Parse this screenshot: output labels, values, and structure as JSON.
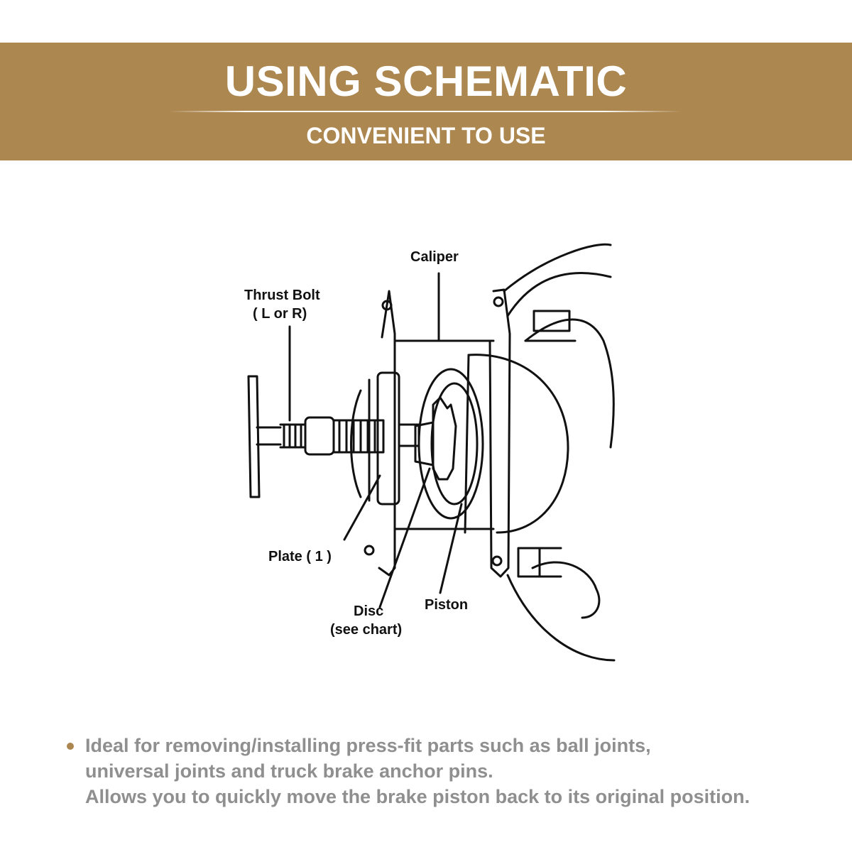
{
  "header": {
    "title": "USING SCHEMATIC",
    "subtitle": "CONVENIENT TO USE",
    "background_color": "#ac8750"
  },
  "diagram": {
    "labels": {
      "caliper": "Caliper",
      "thrust_bolt_line1": "Thrust Bolt",
      "thrust_bolt_line2": "( L or R)",
      "plate": "Plate ( 1 )",
      "disc_line1": "Disc",
      "disc_line2": "(see chart)",
      "piston": "Piston"
    }
  },
  "description": {
    "bullet_icon": "bullet-dot-icon",
    "lines": [
      "Ideal for removing/installing press-fit parts such as ball joints,",
      "universal joints and truck brake anchor pins.",
      "Allows you to quickly move the brake piston back to its original position."
    ]
  }
}
